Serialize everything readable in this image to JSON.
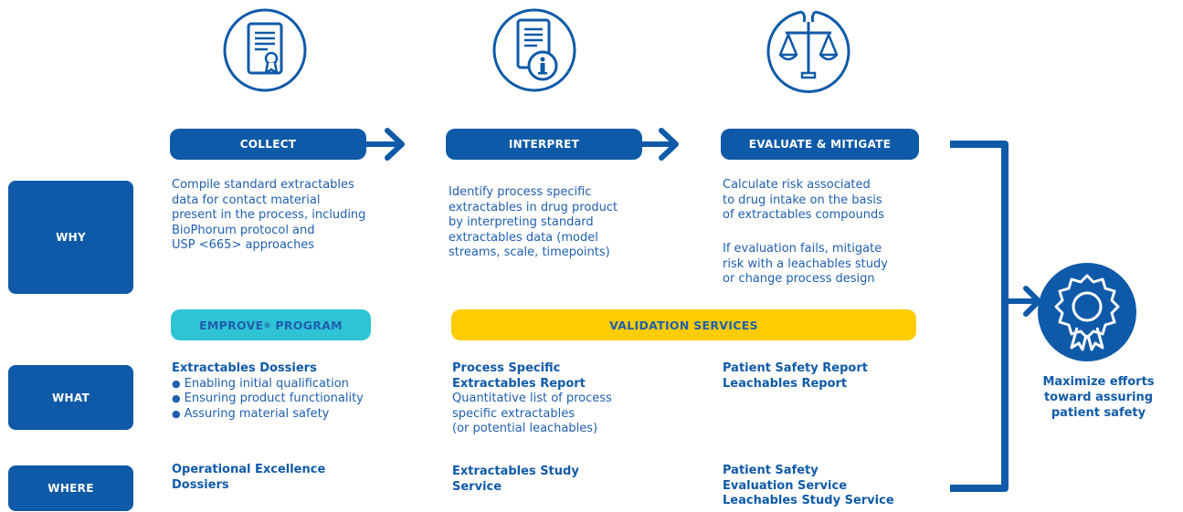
{
  "colors": {
    "primary": "#0f5aa8",
    "text": "#1f5fae",
    "empower": "#2ec4d6",
    "validation": "#ffcc00"
  },
  "icons": {
    "collect": "certificate-document-icon",
    "interpret": "info-document-icon",
    "evaluate": "balance-scale-icon",
    "safety": "award-rosette-icon"
  },
  "steps": {
    "collect": "COLLECT",
    "interpret": "INTERPRET",
    "evaluate": "EVALUATE & MITIGATE"
  },
  "rows": {
    "why": "WHY",
    "what": "WHAT",
    "where": "WHERE"
  },
  "why": {
    "collect": [
      "Compile standard extractables",
      "data for contact material",
      "present in the process, including",
      "BioPhorum protocol and",
      "USP <665> approaches"
    ],
    "interpret": [
      "Identify process specific",
      "extractables in drug product",
      "by interpreting standard",
      "extractables data (model",
      "streams, scale, timepoints)"
    ],
    "evaluate_1": [
      "Calculate risk associated",
      "to drug intake on the basis",
      "of extractables compounds"
    ],
    "evaluate_2": [
      "If evaluation fails, mitigate",
      "risk with a leachables study",
      "or change process design"
    ]
  },
  "programs": {
    "empower_name": "EMPROVE",
    "empower_reg": "®",
    "empower_suffix": " PROGRAM",
    "validation": "VALIDATION SERVICES"
  },
  "what": {
    "collect_title": "Extractables Dossiers",
    "collect_bullets": [
      "Enabling initial qualification",
      "Ensuring product functionality",
      "Assuring material safety"
    ],
    "interpret_title": [
      "Process Specific",
      "Extractables Report"
    ],
    "interpret_body": [
      "Quantitative list of process",
      "specific extractables",
      "(or potential leachables)"
    ],
    "evaluate_title": [
      "Patient Safety Report",
      "Leachables Report"
    ]
  },
  "where": {
    "collect": [
      "Operational Excellence",
      "Dossiers"
    ],
    "interpret": [
      "Extractables Study",
      "Service"
    ],
    "evaluate": [
      "Patient Safety",
      "Evaluation Service",
      "Leachables Study Service"
    ]
  },
  "outcome": {
    "label": [
      "Maximize efforts",
      "toward assuring",
      "patient safety"
    ]
  }
}
